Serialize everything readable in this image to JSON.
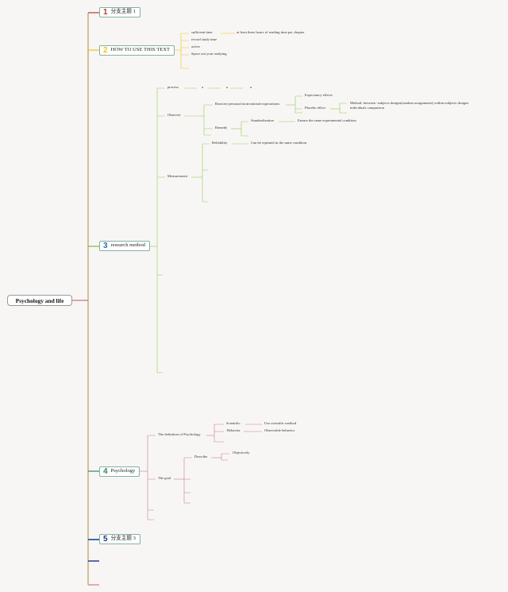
{
  "root": "Psychology and life",
  "colors": {
    "b1": "#c0392b",
    "b2": "#f1c40f",
    "b3": "#7dbb3e",
    "b4": "#2e8b57",
    "b5": "#2a5aa8",
    "root_line": "#d9707a"
  },
  "b1": {
    "num": "1",
    "label": "分支主题 1"
  },
  "b2": {
    "num": "2",
    "label": "HOW TO USE THIS TEXT",
    "items": [
      "sufficient time",
      "at least three hours of reading time per chapter",
      "record study time",
      "active",
      "Space out your studying"
    ]
  },
  "b3": {
    "num": "3",
    "label": "research method",
    "process": "process",
    "process_a": [
      "a",
      "a",
      "a"
    ],
    "observer": "Observer",
    "reactive": "Reactive personal motivational expectations",
    "expectancy": "Expectancy effects",
    "placebo": "Placebo effect",
    "placebo_note": "Method: between -subjects designs(random assignments)  within-subjects designs individuals comparison",
    "remedy": "Remedy",
    "standard": "Standardization",
    "standard_note": "Ensure the same experimental condition",
    "measurement": "Measurement",
    "reliability": "Reliability",
    "reliability_note": "Can be repeated in the same condition"
  },
  "b4": {
    "num": "4",
    "label": "Psychology",
    "definition": "The definition of Psychology",
    "scientific": "Scientific",
    "scientific_note": "Use scientific method",
    "behavior": "Behavior",
    "behavior_note": "Observable behavior",
    "goal": "The goal",
    "describe": "Describe",
    "objectively": "Objectively"
  },
  "b5": {
    "num": "5",
    "label": "分支主题 3"
  }
}
